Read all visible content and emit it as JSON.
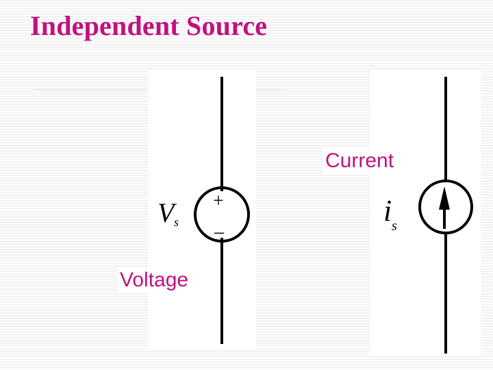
{
  "title": "Independent Source",
  "labels": {
    "voltage": "Voltage",
    "current": "Current"
  },
  "voltage_source": {
    "symbol": "V",
    "subscript": "s",
    "plus": "+",
    "minus": "–"
  },
  "current_source": {
    "symbol": "i",
    "subscript": "s"
  },
  "colors": {
    "title": "#c0127e",
    "label": "#c0127e",
    "stroke": "#000000",
    "panel": "#ffffff"
  }
}
